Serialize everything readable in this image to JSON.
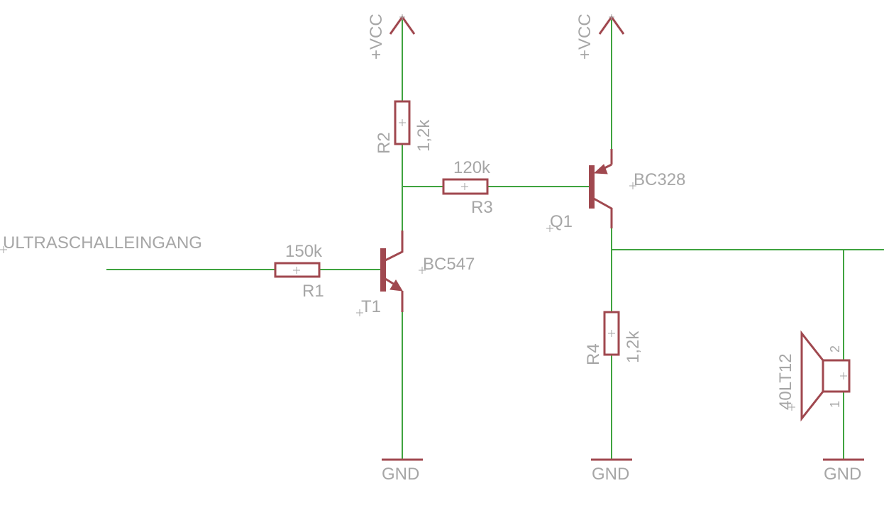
{
  "colors": {
    "wire": "#3fa33f",
    "symbol": "#a0484f",
    "text": "#a6a6a6"
  },
  "input_label": "ULTRASCHALLEINGANG",
  "power": {
    "vcc1": "+VCC",
    "vcc2": "+VCC"
  },
  "ground": {
    "gnd1": "GND",
    "gnd2": "GND",
    "gnd3": "GND"
  },
  "R1": {
    "name": "R1",
    "value": "150k"
  },
  "R2": {
    "name": "R2",
    "value": "1,2k"
  },
  "R3": {
    "name": "R3",
    "value": "120k"
  },
  "R4": {
    "name": "R4",
    "value": "1,2k"
  },
  "T1": {
    "name": "T1",
    "value": "BC547"
  },
  "Q1": {
    "name": "Q1",
    "value": "BC328"
  },
  "speaker": {
    "value": "40LT12",
    "pin1": "1",
    "pin2": "2"
  }
}
